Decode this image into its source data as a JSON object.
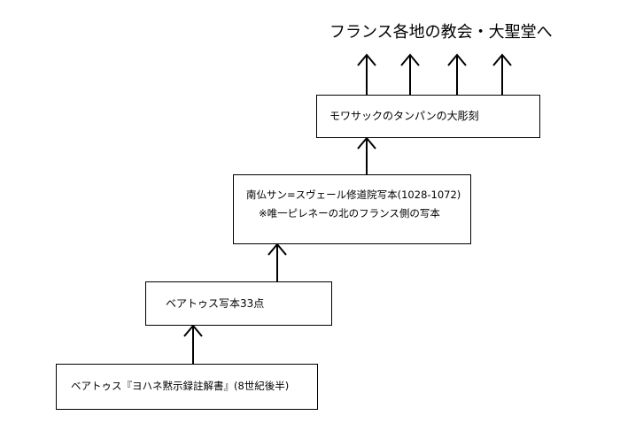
{
  "title": "フランス各地の教会・大聖堂へ",
  "boxes": {
    "moissac": "モワサックのタンパンの大彫刻",
    "saint_sever_line1": "南仏サン=スヴェール修道院写本(1028-1072)",
    "saint_sever_line2": "※唯一ピレネーの北のフランス側の写本",
    "beatus33": "ベアトゥス写本33点",
    "beatus_commentary": "ベアトゥス『ヨハネ黙示録註解書』(8世紀後半)"
  },
  "colors": {
    "line": "#000000",
    "background": "#ffffff"
  }
}
